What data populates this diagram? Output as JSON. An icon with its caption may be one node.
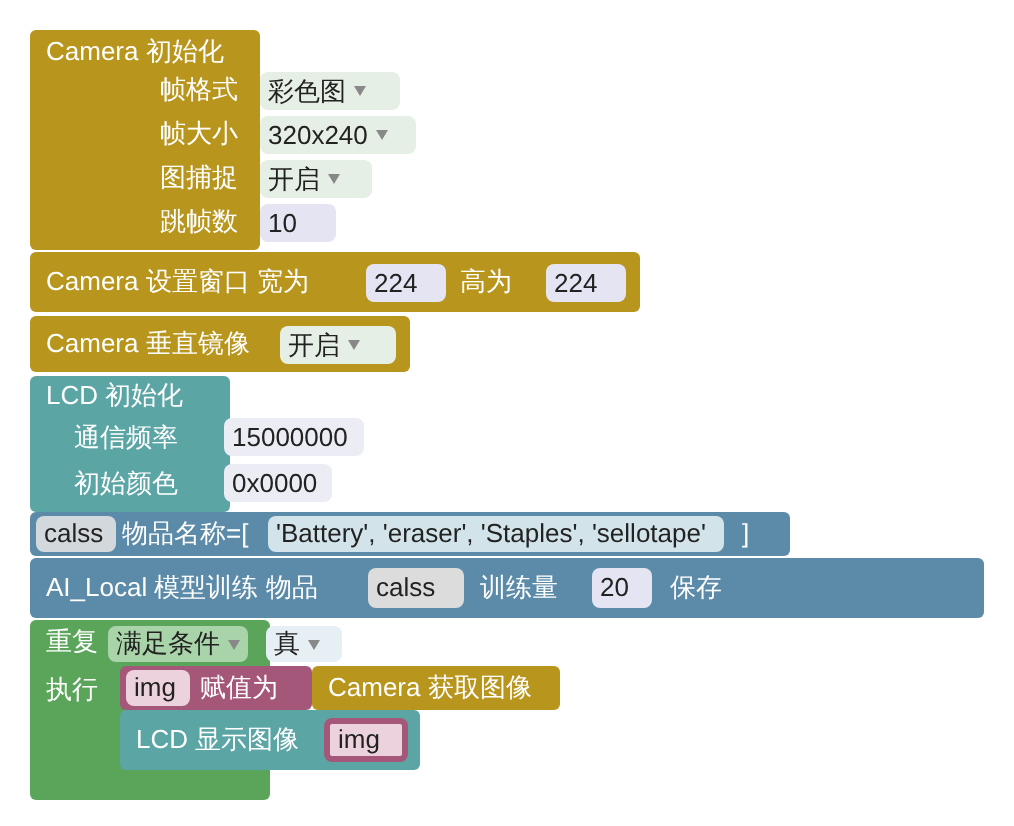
{
  "diagram": {
    "nodes": [
      {
        "text": [
          "Camera 初始化",
          "帧格式",
          "帧大小",
          "图捕捉",
          "跳帧数"
        ]
      },
      {
        "text": [
          "彩色图"
        ]
      },
      {
        "text": [
          "320x240"
        ]
      },
      {
        "text": [
          "开启"
        ]
      },
      {
        "text": [
          "10"
        ]
      },
      {
        "text": [
          "Camera 设置窗口 宽为",
          "高为"
        ]
      },
      {
        "text": [
          "224"
        ],
        "in": 5
      },
      {
        "text": [
          "224"
        ],
        "in": 5
      },
      {
        "text": [
          "Camera 垂直镜像"
        ]
      },
      {
        "text": [
          "开启"
        ],
        "in": 8
      },
      {
        "text": [
          "LCD 初始化",
          "通信频率",
          "初始颜色"
        ]
      },
      {
        "text": [
          "15000000"
        ]
      },
      {
        "text": [
          "0x0000"
        ]
      },
      {
        "text": [
          "物品名称=[",
          "]"
        ]
      },
      {
        "text": [
          "calss"
        ],
        "in": 13
      },
      {
        "text": [
          "'Battery', 'eraser', 'Staples', 'sellotape'"
        ],
        "in": 13
      },
      {
        "text": [
          "AI_Local 模型训练 物品",
          "训练量",
          "保存"
        ]
      },
      {
        "text": [
          "calss"
        ],
        "in": 16
      },
      {
        "text": [
          "20"
        ],
        "in": 16
      },
      {
        "text": [
          "重复",
          "执行"
        ]
      },
      {
        "text": [
          "满足条件"
        ],
        "in": 19
      },
      {
        "text": [
          "真"
        ]
      },
      {
        "text": [
          "赋值为"
        ]
      },
      {
        "text": [
          "img"
        ]
      },
      {
        "text": [
          "Camera 获取图像"
        ]
      },
      {
        "text": [
          "LCD 显示图像"
        ]
      },
      {
        "text": [
          "img"
        ],
        "in": 25
      }
    ]
  }
}
